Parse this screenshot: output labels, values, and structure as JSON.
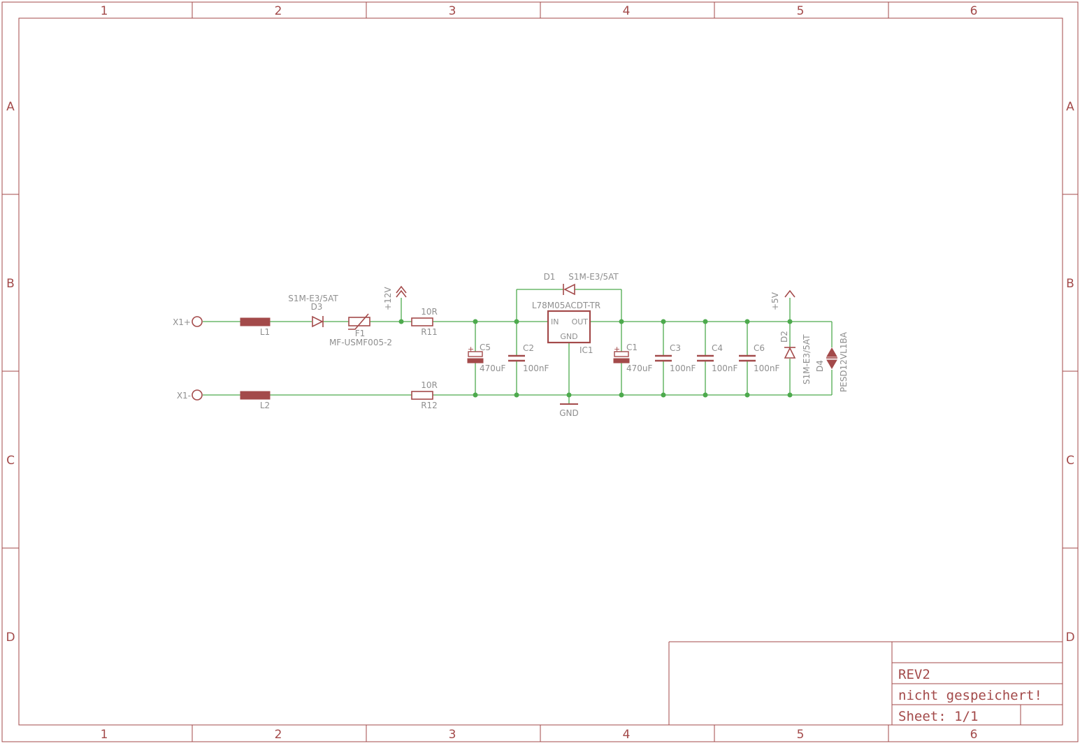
{
  "sheet_frame": {
    "columns": [
      "1",
      "2",
      "3",
      "4",
      "5",
      "6"
    ],
    "rows": [
      "A",
      "B",
      "C",
      "D"
    ]
  },
  "parts": {
    "x1_plus": "X1+",
    "x1_minus": "X1-",
    "l1": "L1",
    "l2": "L2",
    "d3_name": "D3",
    "d3_value": "S1M-E3/5AT",
    "f1_name": "F1",
    "f1_value": "MF-USMF005-2",
    "supply_12v": "+12V",
    "r11_name": "R11",
    "r11_value": "10R",
    "r12_name": "R12",
    "r12_value": "10R",
    "c5_name": "C5",
    "c5_value": "470uF",
    "c2_name": "C2",
    "c2_value": "100nF",
    "d1_name": "D1",
    "d1_value": "S1M-E3/5AT",
    "ic1_name": "IC1",
    "ic1_value": "L78M05ACDT-TR",
    "ic1_pin_in": "IN",
    "ic1_pin_out": "OUT",
    "ic1_pin_gnd": "GND",
    "gnd": "GND",
    "c1_name": "C1",
    "c1_value": "470uF",
    "c3_name": "C3",
    "c3_value": "100nF",
    "c4_name": "C4",
    "c4_value": "100nF",
    "c6_name": "C6",
    "c6_value": "100nF",
    "supply_5v": "+5V",
    "d2_name": "D2",
    "d2_value": "S1M-E3/5AT",
    "d4_name": "D4",
    "d4_value": "PESD12VL1BA"
  },
  "title_block": {
    "revision": "REV2",
    "save_status": "nicht gespeichert!",
    "sheet": "Sheet: 1/1"
  }
}
